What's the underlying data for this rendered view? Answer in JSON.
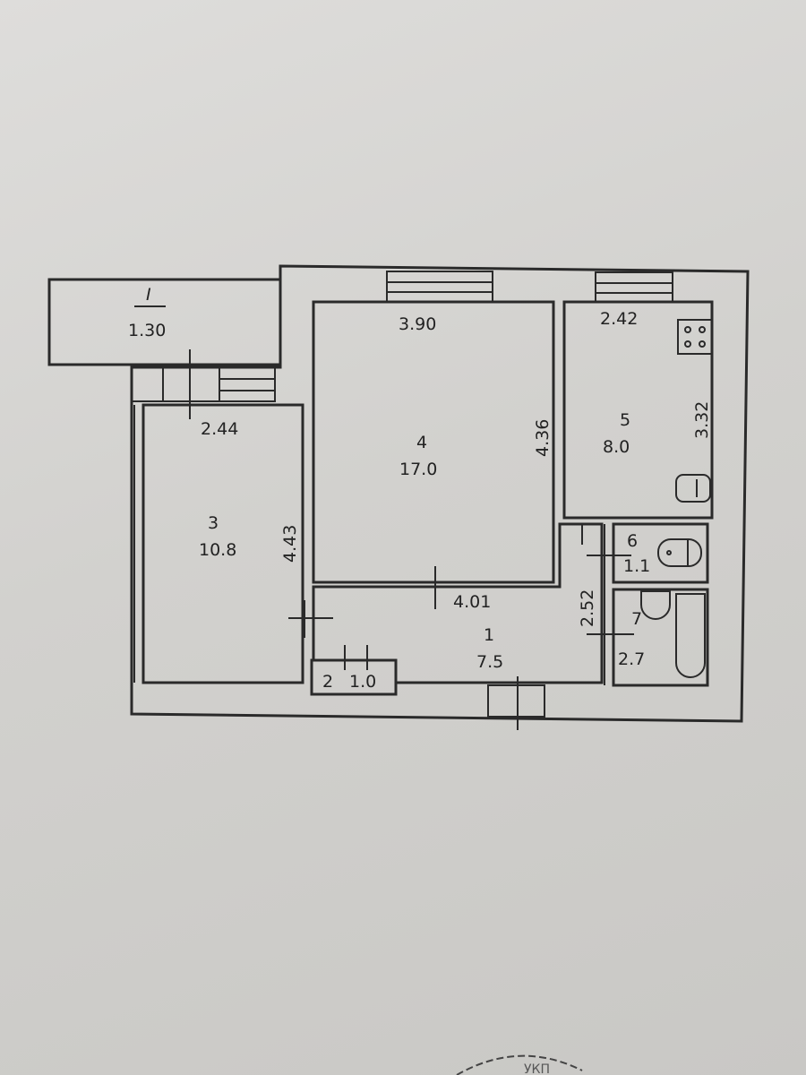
{
  "plan": {
    "balcony": {
      "label": "I",
      "dimension": "1.30"
    },
    "rooms": [
      {
        "number": "1",
        "area": "7.5",
        "dimension": "2.52"
      },
      {
        "number": "2",
        "area": "1.0"
      },
      {
        "number": "3",
        "area": "10.8",
        "width": "2.44",
        "length": "4.43"
      },
      {
        "number": "4",
        "area": "17.0",
        "width": "3.90",
        "length": "4.36",
        "bottom": "4.01"
      },
      {
        "number": "5",
        "area": "8.0",
        "width": "2.42",
        "length": "3.32"
      },
      {
        "number": "6",
        "area": "1.1"
      },
      {
        "number": "7",
        "area": "2.7"
      }
    ],
    "stamp_text": "УКП"
  }
}
